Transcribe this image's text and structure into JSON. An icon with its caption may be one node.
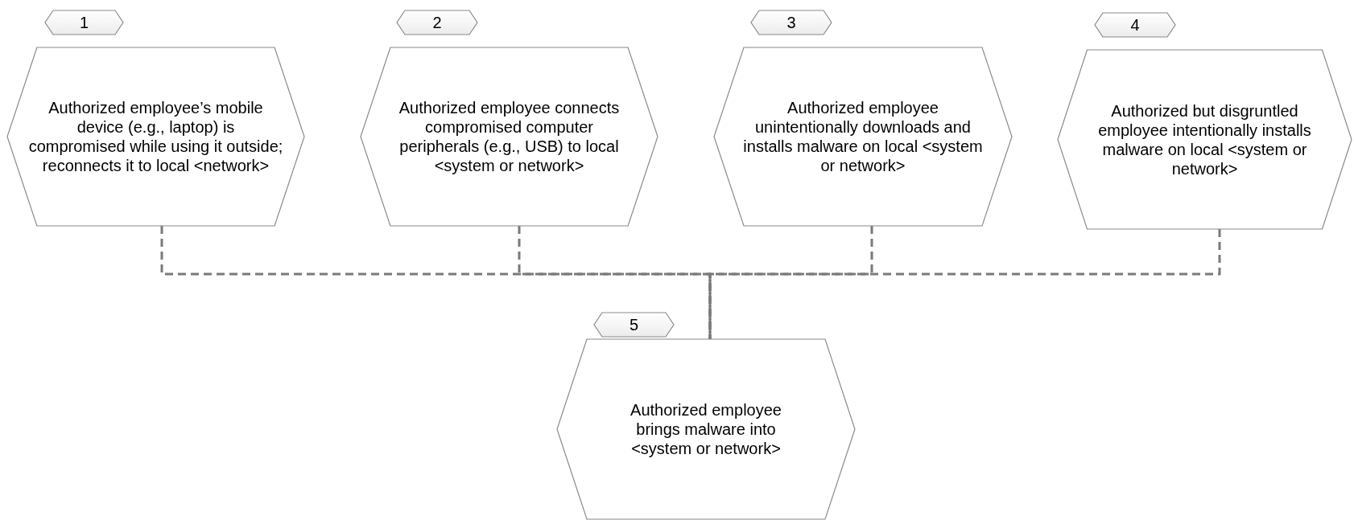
{
  "diagram": {
    "nodes": [
      {
        "text": [
          "1",
          "Authorized employee’s mobile device (e.g., laptop) is compromised while using it outside; reconnects it to local <network>"
        ]
      },
      {
        "text": [
          "2",
          "Authorized employee connects compromised computer peripherals (e.g., USB) to local <system or network>"
        ]
      },
      {
        "text": [
          "3",
          "Authorized employee unintentionally downloads and installs malware on local <system or network>"
        ]
      },
      {
        "text": [
          "4",
          "Authorized but disgruntled employee intentionally installs malware on local <system or network>"
        ]
      },
      {
        "text": [
          "5",
          "Authorized employee brings malware into <system or network>"
        ]
      }
    ],
    "edges": [
      {
        "from": 0,
        "to": 4,
        "arrow": "none",
        "style": "dashed"
      },
      {
        "from": 1,
        "to": 4,
        "arrow": "none",
        "style": "dashed"
      },
      {
        "from": 2,
        "to": 4,
        "arrow": "none",
        "style": "dashed"
      },
      {
        "from": 3,
        "to": 4,
        "arrow": "none",
        "style": "dashed"
      }
    ]
  }
}
